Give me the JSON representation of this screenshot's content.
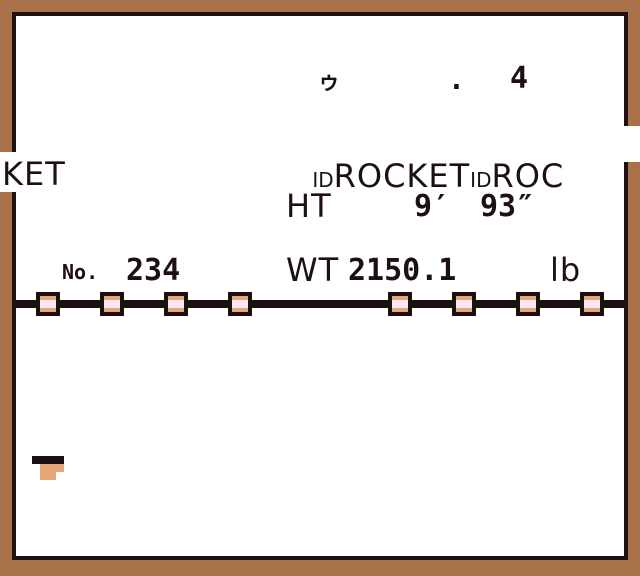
{
  "top_row": {
    "kana_glyph": "ゥ",
    "dot": ".",
    "digit": "4"
  },
  "trainer_row": {
    "id_prefix_1": "ID",
    "name_1": "ROCKET",
    "id_prefix_2": "ID",
    "name_2": "ROC"
  },
  "left_overflow": {
    "text": "KET"
  },
  "height_row": {
    "label": "HT",
    "feet": "9′",
    "inches": "93″"
  },
  "weight_row": {
    "label": "WT",
    "value": "2150.1",
    "unit": "lb"
  },
  "dex_number": {
    "prefix": "No.",
    "value": "234"
  },
  "colors": {
    "frame_brown": "#a8714a",
    "dark": "#1c1012",
    "orange": "#e8a77a",
    "lavender": "#f4e8f6",
    "background": "#ffffff"
  }
}
